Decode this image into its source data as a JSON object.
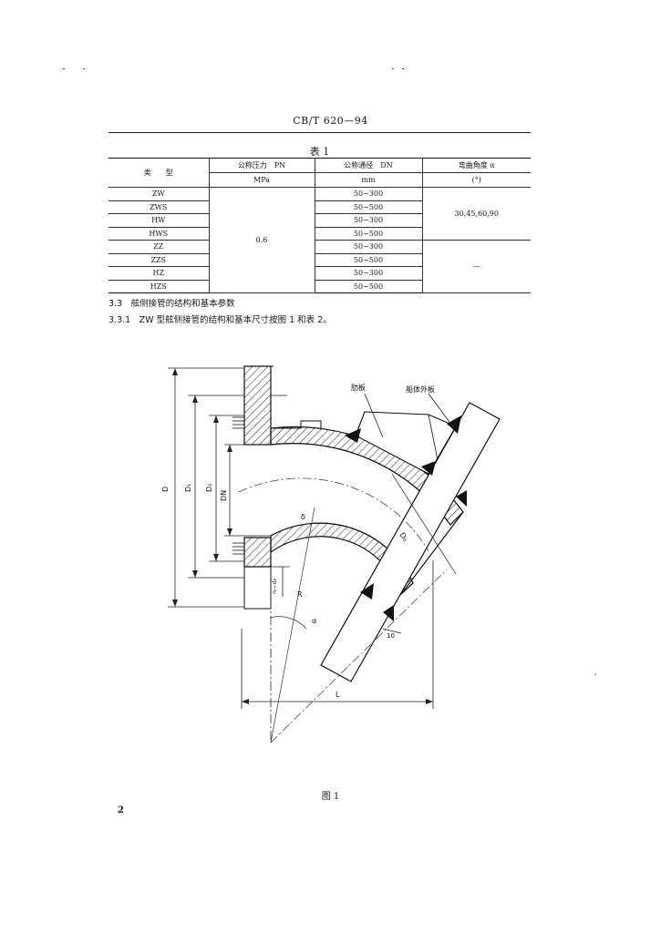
{
  "header": {
    "standard_number": "CB/T 620—94"
  },
  "table": {
    "title": "表 1",
    "columns": [
      {
        "line1": "类　　型",
        "line2": ""
      },
      {
        "line1": "公称压力　PN",
        "line2": "MPa"
      },
      {
        "line1": "公称通径　DN",
        "line2": "mm"
      },
      {
        "line1": "弯曲角度 α",
        "line2": "(°)"
      }
    ],
    "types": [
      "ZW",
      "ZWS",
      "HW",
      "HWS",
      "ZZ",
      "ZZS",
      "HZ",
      "HZS"
    ],
    "pressure": "0.6",
    "diameters": [
      "50~300",
      "50~500",
      "50~300",
      "50~500",
      "50~300",
      "50~500",
      "50~300",
      "50~500"
    ],
    "angle_group1": "30,45,60,90",
    "angle_group2": "—"
  },
  "sections": {
    "s33": "3.3　舷侧接管的结构和基本参数",
    "s331": "3.3.1　ZW 型舷侧接管的结构和基本尺寸按图 1 和表 2。"
  },
  "figure": {
    "caption": "图 1",
    "labels": {
      "rib": "肋板",
      "hull_plate": "船体外板",
      "D": "D",
      "D1": "D₁",
      "D2": "D₂",
      "DN": "DN",
      "delta": "δ",
      "D0": "D₀",
      "R": "R",
      "alpha": "α",
      "n_d0": "n—d₀",
      "ten": "10",
      "L": "L"
    }
  },
  "page": {
    "number": "2"
  }
}
